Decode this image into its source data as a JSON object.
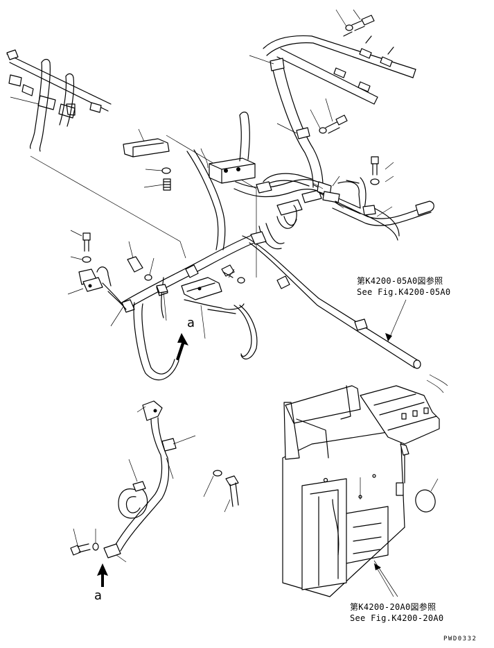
{
  "references": {
    "upper_ref_jp": "第K4200-05A0図参照",
    "upper_ref_en": "See Fig.K4200-05A0",
    "lower_ref_jp": "第K4200-20A0図参照",
    "lower_ref_en": "See Fig.K4200-20A0"
  },
  "detail_markers": {
    "upper": "a",
    "lower": "a"
  },
  "drawing_code": "PWD0332",
  "icons": [
    "wiring-harness",
    "clamp",
    "bolt",
    "washer",
    "connector",
    "electrical-box",
    "cap"
  ]
}
